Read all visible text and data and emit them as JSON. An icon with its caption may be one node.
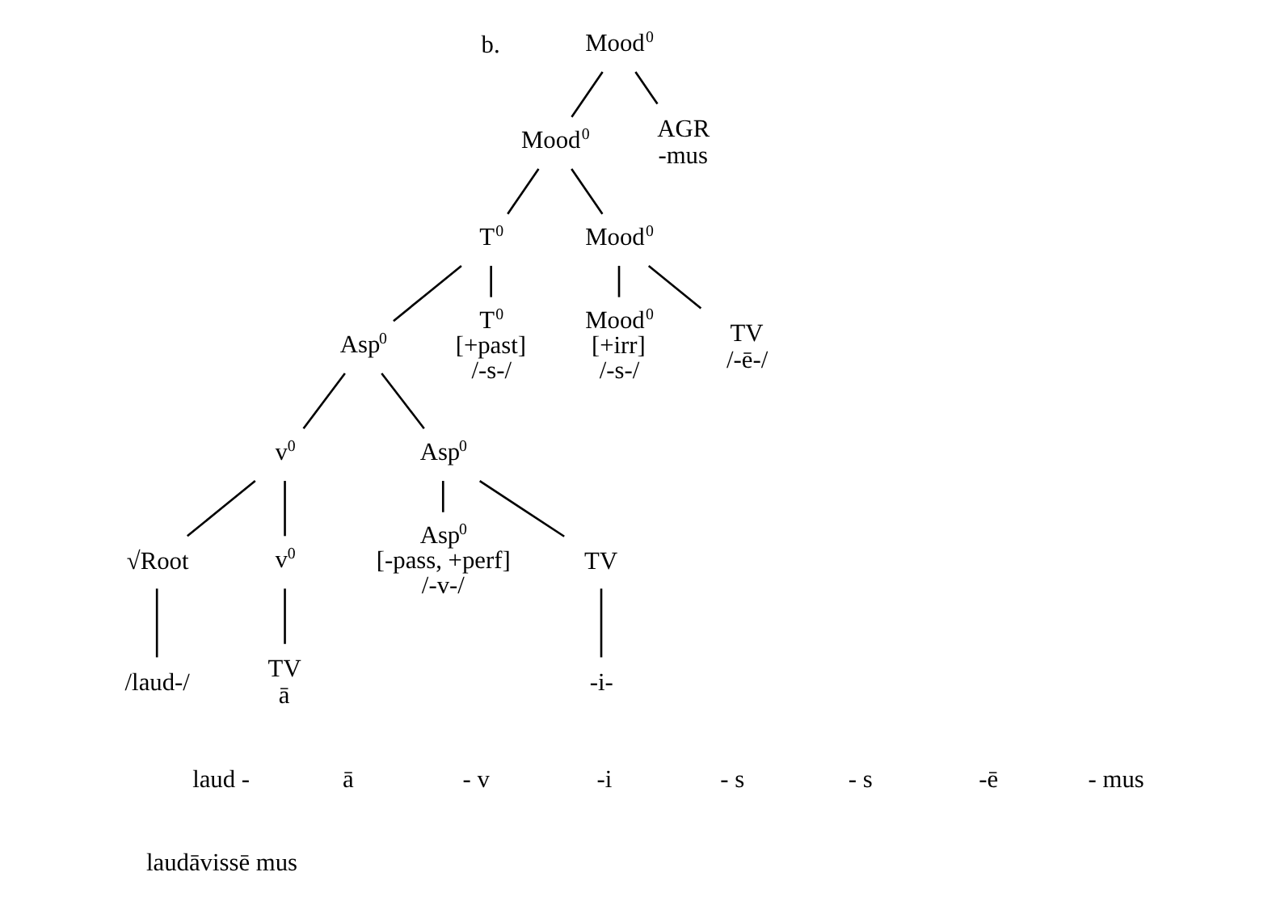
{
  "diagram": {
    "nodes": [
      {
        "text": [
          "Mood$^{0}$"
        ]
      },
      {
        "text": [
          "Mood$^{0}$"
        ]
      },
      {
        "text": [
          "AGR",
          "-mus"
        ]
      },
      {
        "text": [
          "T$^{0}$"
        ]
      },
      {
        "text": [
          "Mood$^{0}$"
        ]
      },
      {
        "text": [
          "Mood$^{0}$",
          "[+irr]",
          "/-s-/"
        ]
      },
      {
        "text": [
          "TV",
          "/-ē-/"
        ]
      },
      {
        "text": [
          "Asp$^{0}$"
        ]
      },
      {
        "text": [
          "T$^{0}$",
          "[+past]",
          "/-s-/"
        ]
      },
      {
        "text": [
          "v$^{0}$"
        ]
      },
      {
        "text": [
          "Asp$^{0}$"
        ]
      },
      {
        "text": [
          "√Root"
        ]
      },
      {
        "text": [
          "v$^{0}$"
        ]
      },
      {
        "text": [
          "Asp$^{0}$",
          "[-pass, +perf]",
          "/-v-/"
        ]
      },
      {
        "text": [
          "TV"
        ]
      },
      {
        "text": [
          "/laud-/"
        ]
      },
      {
        "text": [
          "TV",
          "ā"
        ]
      },
      {
        "text": [
          "-i-"
        ]
      }
    ],
    "edges": [
      {
        "from": 0,
        "to": 1,
        "arrow": "none"
      },
      {
        "from": 0,
        "to": 2,
        "arrow": "none"
      },
      {
        "from": 1,
        "to": 3,
        "arrow": "none"
      },
      {
        "from": 1,
        "to": 4,
        "arrow": "none"
      },
      {
        "from": 4,
        "to": 5,
        "arrow": "none"
      },
      {
        "from": 4,
        "to": 6,
        "arrow": "none"
      },
      {
        "from": 3,
        "to": 7,
        "arrow": "none"
      },
      {
        "from": 3,
        "to": 8,
        "arrow": "none"
      },
      {
        "from": 7,
        "to": 9,
        "arrow": "none"
      },
      {
        "from": 7,
        "to": 10,
        "arrow": "none"
      },
      {
        "from": 9,
        "to": 11,
        "arrow": "none"
      },
      {
        "from": 9,
        "to": 12,
        "arrow": "none"
      },
      {
        "from": 10,
        "to": 13,
        "arrow": "none"
      },
      {
        "from": 10,
        "to": 14,
        "arrow": "none"
      },
      {
        "from": 11,
        "to": 15,
        "arrow": "none"
      },
      {
        "from": 12,
        "to": 16,
        "arrow": "none"
      },
      {
        "from": 14,
        "to": 17,
        "arrow": "none"
      }
    ],
    "labels": [
      "b.",
      "laud -",
      "ā",
      "- v",
      "-i",
      "- s",
      "- s",
      "-ē",
      "- mus",
      "laudāvissē mus"
    ]
  }
}
